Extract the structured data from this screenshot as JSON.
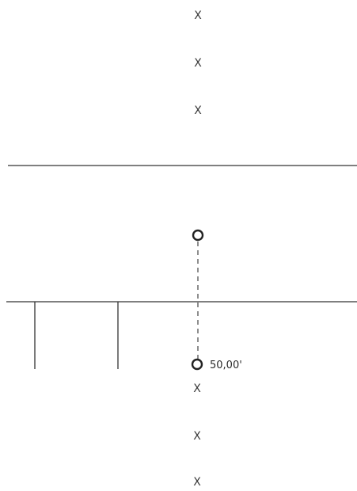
{
  "markers": {
    "top": [
      "X",
      "X",
      "X"
    ],
    "bottom": [
      "X",
      "X",
      "X"
    ]
  },
  "dimension": {
    "label": "50,00'"
  }
}
